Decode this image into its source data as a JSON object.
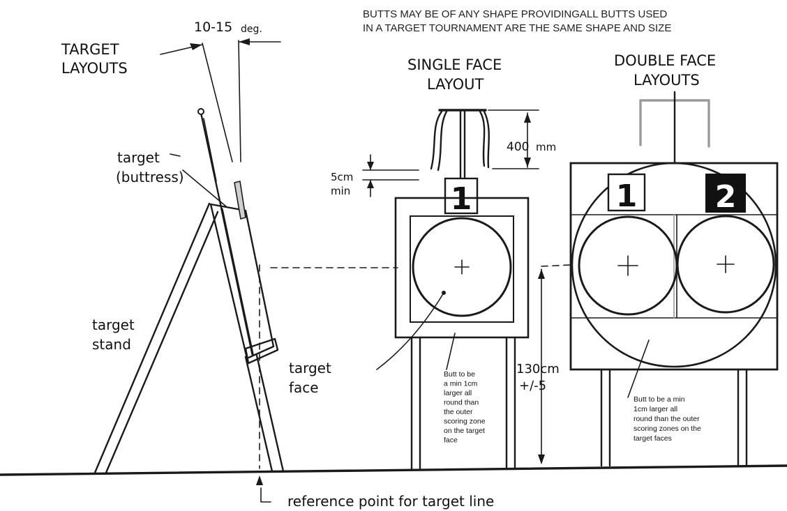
{
  "header": {
    "line1": "BUTTS MAY BE OF ANY SHAPE PROVIDINGALL BUTTS USED",
    "line2": "IN A TARGET TOURNAMENT ARE THE SAME SHAPE AND SIZE"
  },
  "side_view": {
    "title_line1": "TARGET",
    "title_line2": "LAYOUTS",
    "angle_label": "10-15",
    "angle_unit": "deg.",
    "buttress_line1": "target",
    "buttress_line2": "(buttress)",
    "stand_line1": "target",
    "stand_line2": "stand",
    "reference_label": "reference point for target line"
  },
  "single_face": {
    "title_line1": "SINGLE FACE",
    "title_line2": "LAYOUT",
    "number": "1",
    "dim_400": "400",
    "dim_400_unit": "mm",
    "dim_5cm_line1": "5cm",
    "dim_5cm_line2": "min",
    "face_label_line1": "target",
    "face_label_line2": "face",
    "note_lines": [
      "Butt to be",
      "a min 1cm",
      "larger all",
      "round than",
      "the outer",
      "scoring zone",
      "on the target",
      "face"
    ]
  },
  "height": {
    "line1": "130cm",
    "line2": "+/-5"
  },
  "double_face": {
    "title_line1": "DOUBLE FACE",
    "title_line2": "LAYOUTS",
    "number_left": "1",
    "number_right": "2",
    "note_lines": [
      "Butt to be a min",
      "1cm larger all",
      "round than the outer",
      "scoring zones on the",
      "target faces"
    ]
  }
}
